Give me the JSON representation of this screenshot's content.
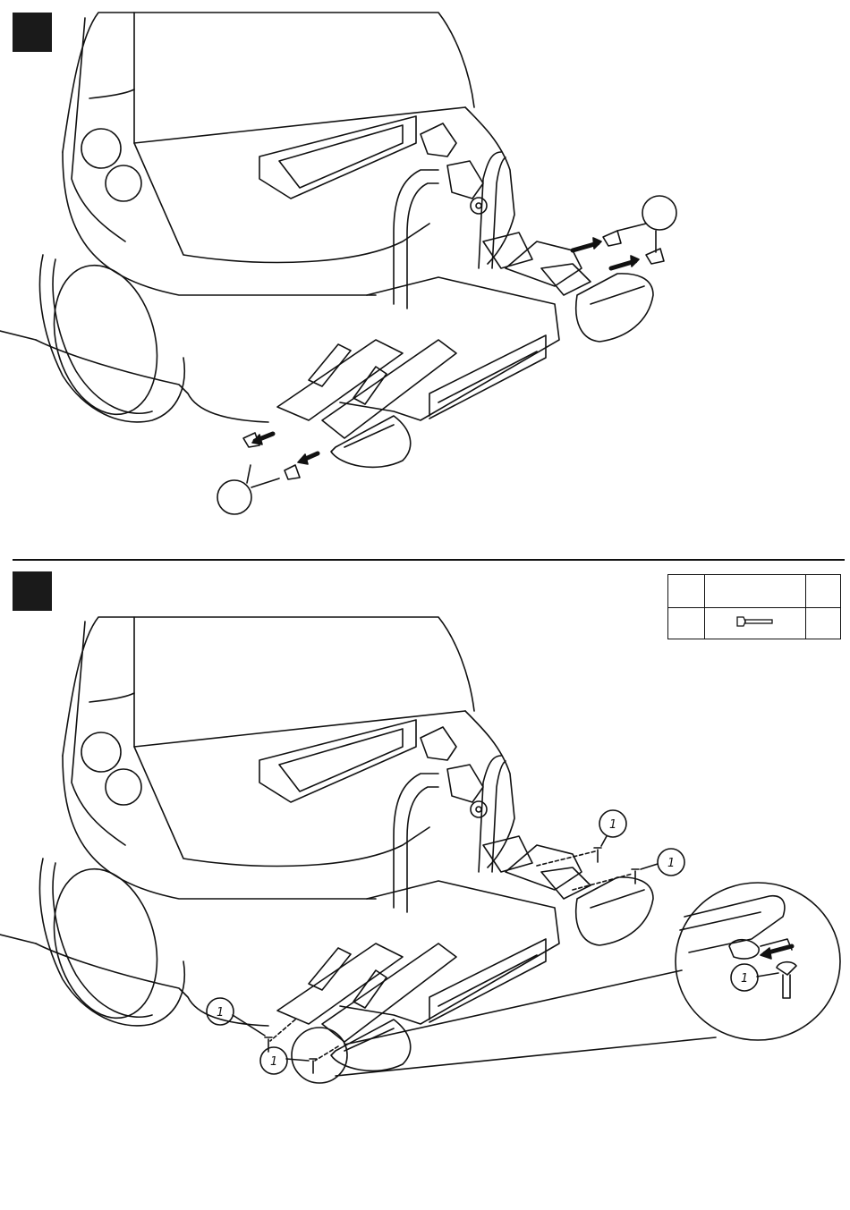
{
  "panels": [
    {
      "id": "panel-1",
      "callout_circles": 2
    },
    {
      "id": "panel-2",
      "part_label": "1"
    }
  ],
  "parts_table": {
    "rows": [
      {
        "qty": "",
        "item": "",
        "count": ""
      },
      {
        "qty": "",
        "item": "bolt-icon",
        "count": ""
      }
    ]
  },
  "callouts": [
    "1",
    "1",
    "1",
    "1",
    "1"
  ],
  "colors": {
    "line": "#111111",
    "fill": "#ffffff",
    "step_box": "#1a1a1a"
  }
}
